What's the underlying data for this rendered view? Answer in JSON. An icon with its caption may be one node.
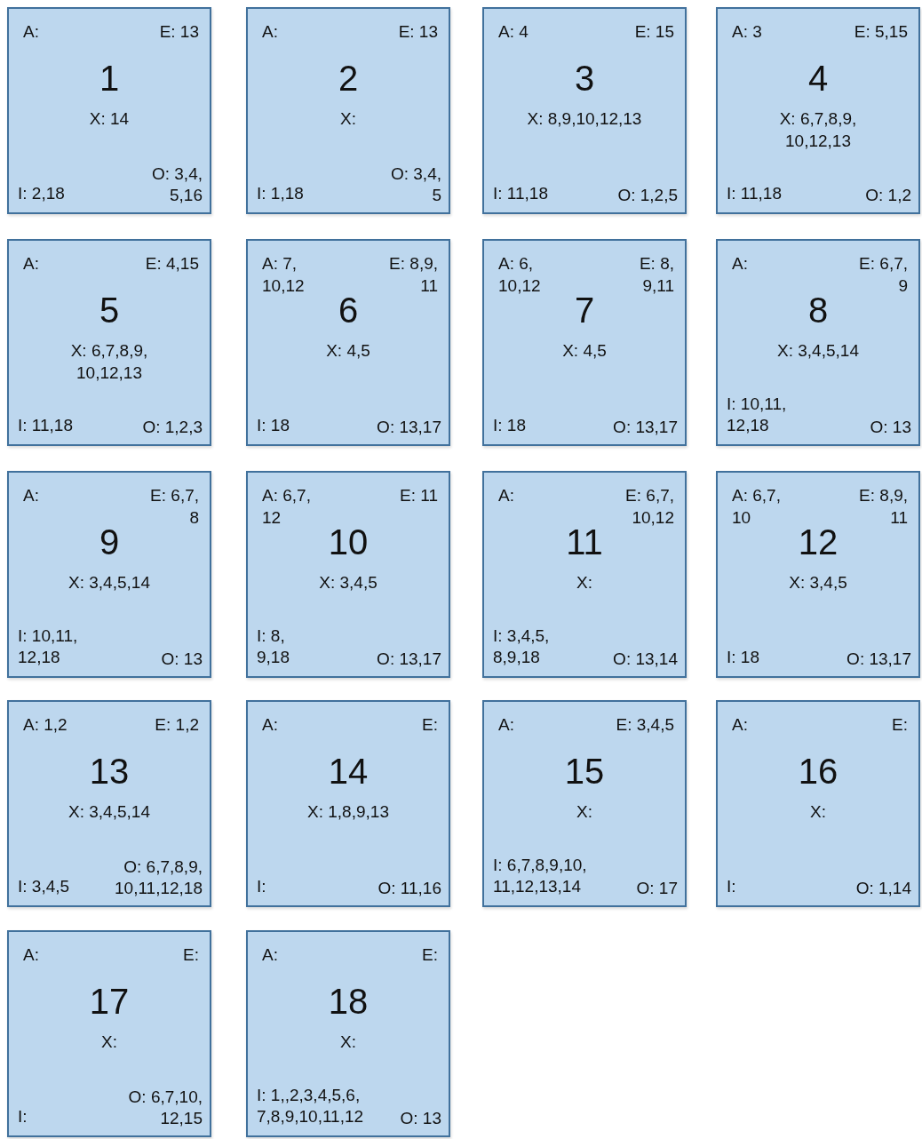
{
  "diagram": {
    "nodes": [
      {
        "text": [
          "A:",
          "E: 13",
          "1",
          "X: 14",
          "I: 2,18",
          "O: 3,4, 5,16"
        ]
      },
      {
        "text": [
          "A:",
          "E: 13",
          "2",
          "X:",
          "I: 1,18",
          "O: 3,4, 5"
        ]
      },
      {
        "text": [
          "A: 4",
          "E: 15",
          "3",
          "X: 8,9,10,12,13",
          "I: 11,18",
          "O: 1,2,5"
        ]
      },
      {
        "text": [
          "A: 3",
          "E: 5,15",
          "4",
          "X: 6,7,8,9, 10,12,13",
          "I: 11,18",
          "O: 1,2"
        ]
      },
      {
        "text": [
          "A:",
          "E: 4,15",
          "5",
          "X: 6,7,8,9, 10,12,13",
          "I: 11,18",
          "O: 1,2,3"
        ]
      },
      {
        "text": [
          "A: 7, 10,12",
          "E: 8,9, 11",
          "6",
          "X: 4,5",
          "I: 18",
          "O: 13,17"
        ]
      },
      {
        "text": [
          "A: 6, 10,12",
          "E: 8, 9,11",
          "7",
          "X: 4,5",
          "I: 18",
          "O: 13,17"
        ]
      },
      {
        "text": [
          "A:",
          "E: 6,7, 9",
          "8",
          "X: 3,4,5,14",
          "I: 10,11, 12,18",
          "O: 13"
        ]
      },
      {
        "text": [
          "A:",
          "E: 6,7, 8",
          "9",
          "X: 3,4,5,14",
          "I: 10,11, 12,18",
          "O: 13"
        ]
      },
      {
        "text": [
          "A: 6,7, 12",
          "E: 11",
          "10",
          "X: 3,4,5",
          "I: 8, 9,18",
          "O: 13,17"
        ]
      },
      {
        "text": [
          "A:",
          "E: 6,7, 10,12",
          "11",
          "X:",
          "I: 3,4,5, 8,9,18",
          "O: 13,14"
        ]
      },
      {
        "text": [
          "A: 6,7, 10",
          "E: 8,9, 11",
          "12",
          "X: 3,4,5",
          "I: 18",
          "O: 13,17"
        ]
      },
      {
        "text": [
          "A: 1,2",
          "E: 1,2",
          "13",
          "X: 3,4,5,14",
          "I: 3,4,5",
          "O: 6,7,8,9, 10,11,12,18"
        ]
      },
      {
        "text": [
          "A:",
          "E:",
          "14",
          "X: 1,8,9,13",
          "I:",
          "O: 11,16"
        ]
      },
      {
        "text": [
          "A:",
          "E: 3,4,5",
          "15",
          "X:",
          "I: 6,7,8,9,10, 11,12,13,14",
          "O: 17"
        ]
      },
      {
        "text": [
          "A:",
          "E:",
          "16",
          "X:",
          "I:",
          "O: 1,14"
        ]
      },
      {
        "text": [
          "A:",
          "E:",
          "17",
          "X:",
          "I:",
          "O: 6,7,10, 12,15"
        ]
      },
      {
        "text": [
          "A:",
          "E:",
          "18",
          "X:",
          "I: 1,,2,3,4,5,6, 7,8,9,10,11,12",
          "O: 13"
        ]
      }
    ]
  }
}
